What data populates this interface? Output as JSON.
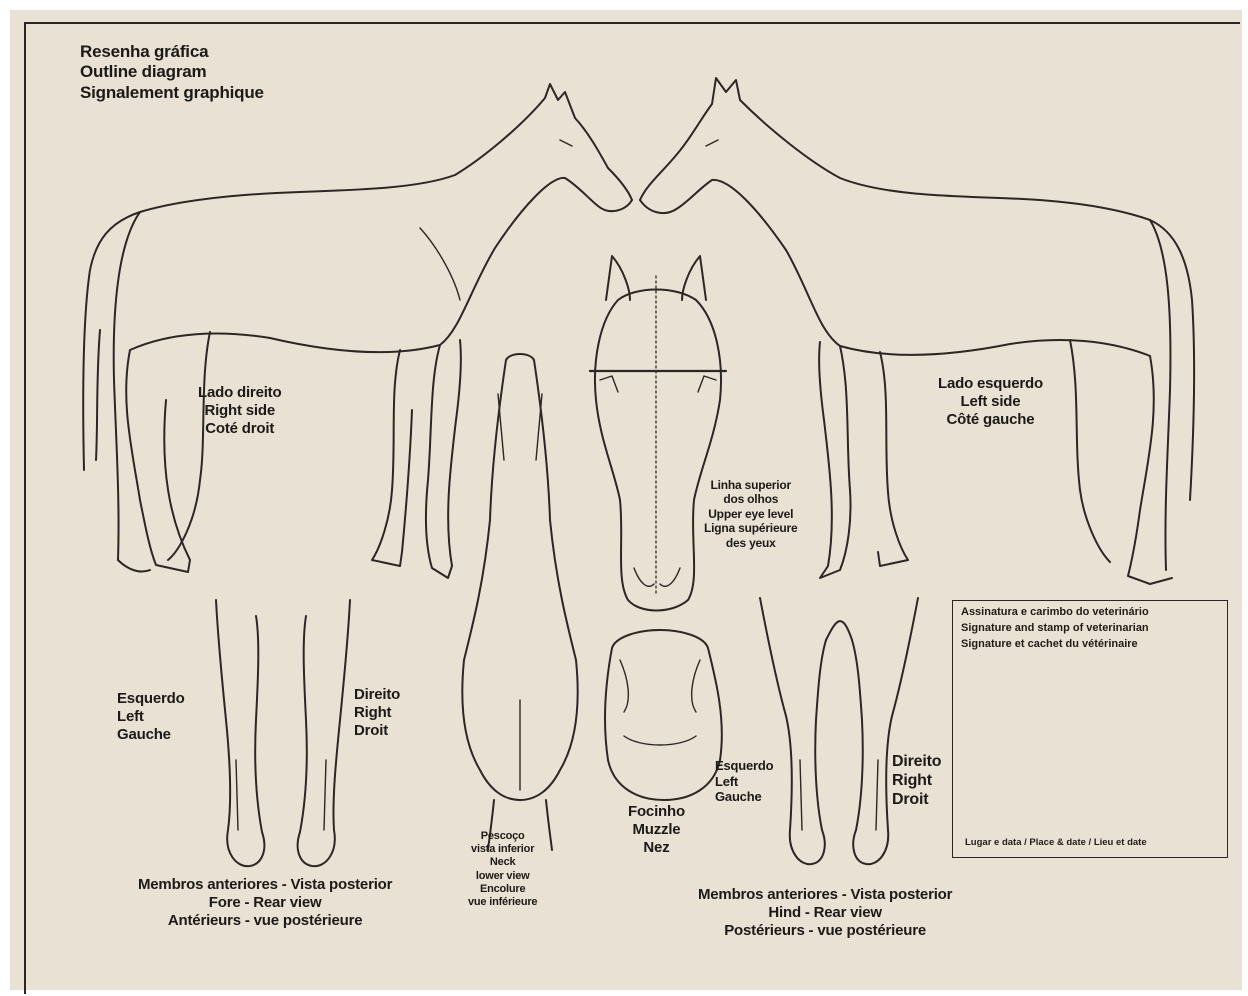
{
  "title": {
    "line1": "Resenha gráfica",
    "line2": "Outline diagram",
    "line3": "Signalement graphique"
  },
  "right_side": {
    "pt": "Lado direito",
    "en": "Right side",
    "fr": "Coté droit"
  },
  "left_side": {
    "pt": "Lado esquerdo",
    "en": "Left side",
    "fr": "Côté gauche"
  },
  "eye_level": {
    "pt1": "Linha superior",
    "pt2": "dos olhos",
    "en": "Upper eye level",
    "fr1": "Ligna supérieure",
    "fr2": "des yeux"
  },
  "fore_left": {
    "pt": "Esquerdo",
    "en": "Left",
    "fr": "Gauche"
  },
  "fore_right": {
    "pt": "Direito",
    "en": "Right",
    "fr": "Droit"
  },
  "hind_left": {
    "pt": "Esquerdo",
    "en": "Left",
    "fr": "Gauche"
  },
  "hind_right": {
    "pt": "Direito",
    "en": "Right",
    "fr": "Droit"
  },
  "neck": {
    "pt1": "Pescoço",
    "pt2": "vista inferior",
    "en1": "Neck",
    "en2": "lower view",
    "fr1": "Encolure",
    "fr2": "vue inférieure"
  },
  "muzzle": {
    "pt": "Focinho",
    "en": "Muzzle",
    "fr": "Nez"
  },
  "fore_caption": {
    "pt": "Membros anteriores - Vista posterior",
    "en": "Fore - Rear view",
    "fr": "Antérieurs - vue postérieure"
  },
  "hind_caption": {
    "pt": "Membros anteriores - Vista posterior",
    "en": "Hind - Rear view",
    "fr": "Postérieurs - vue postérieure"
  },
  "signature_box": {
    "pt": "Assinatura e carimbo do veterinário",
    "en": "Signature and stamp of veterinarian",
    "fr": "Signature et cachet du vétérinaire",
    "place_date": "Lugar e data / Place & date / Lieu et date"
  },
  "colors": {
    "paper": "#e9e2d4",
    "ink": "#2b2724"
  }
}
